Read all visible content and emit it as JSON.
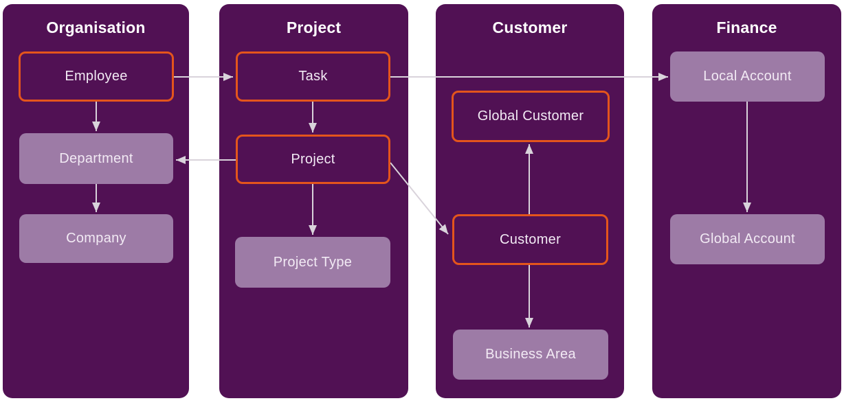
{
  "diagram": {
    "colors": {
      "page_bg": "#FFFFFF",
      "column_bg": "#511154",
      "node_plain_bg": "#9D7BA6",
      "node_highlight_border": "#E4551C",
      "arrow": "#D9D3DB",
      "node_text": "#F2EAF4",
      "header_text": "#FFFFFF"
    },
    "columns": [
      {
        "title": "Organisation",
        "nodes": [
          {
            "id": "employee",
            "label": "Employee",
            "style": "highlight"
          },
          {
            "id": "department",
            "label": "Department",
            "style": "plain"
          },
          {
            "id": "company",
            "label": "Company",
            "style": "plain"
          }
        ]
      },
      {
        "title": "Project",
        "nodes": [
          {
            "id": "task",
            "label": "Task",
            "style": "highlight"
          },
          {
            "id": "project",
            "label": "Project",
            "style": "highlight"
          },
          {
            "id": "project_type",
            "label": "Project Type",
            "style": "plain"
          }
        ]
      },
      {
        "title": "Customer",
        "nodes": [
          {
            "id": "global_customer",
            "label": "Global Customer",
            "style": "highlight"
          },
          {
            "id": "customer",
            "label": "Customer",
            "style": "highlight"
          },
          {
            "id": "business_area",
            "label": "Business Area",
            "style": "plain"
          }
        ]
      },
      {
        "title": "Finance",
        "nodes": [
          {
            "id": "local_account",
            "label": "Local Account",
            "style": "plain"
          },
          {
            "id": "global_account",
            "label": "Global Account",
            "style": "plain"
          }
        ]
      }
    ],
    "edges": [
      {
        "from": "employee",
        "to": "task"
      },
      {
        "from": "employee",
        "to": "department"
      },
      {
        "from": "department",
        "to": "company"
      },
      {
        "from": "task",
        "to": "project"
      },
      {
        "from": "task",
        "to": "local_account"
      },
      {
        "from": "project",
        "to": "department"
      },
      {
        "from": "project",
        "to": "project_type"
      },
      {
        "from": "project",
        "to": "customer"
      },
      {
        "from": "customer",
        "to": "global_customer"
      },
      {
        "from": "customer",
        "to": "business_area"
      },
      {
        "from": "local_account",
        "to": "global_account"
      }
    ]
  }
}
